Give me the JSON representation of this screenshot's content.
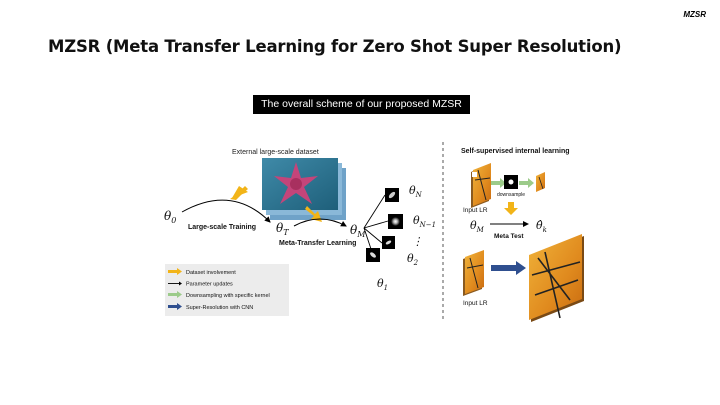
{
  "header": {
    "corner_label": "MZSR"
  },
  "slide": {
    "title": "MZSR (Meta Transfer Learning for Zero Shot Super Resolution)",
    "banner": "The overall scheme of our proposed MZSR"
  },
  "diagram": {
    "dataset_label": "External large-scale dataset",
    "theta_0": "θ",
    "theta_0_sub": "0",
    "large_scale_training": "Large-scale Training",
    "theta_T": "θ",
    "theta_T_sub": "T",
    "meta_transfer_learning": "Meta-Transfer Learning",
    "theta_M": "θ",
    "theta_M_sub": "M",
    "theta_N": "θ",
    "theta_N_sub": "N",
    "theta_N1": "θ",
    "theta_N1_sub": "N−1",
    "theta_2": "θ",
    "theta_2_sub": "2",
    "theta_1": "θ",
    "theta_1_sub": "1",
    "dots": "⋮",
    "self_supervised": "Self-supervised internal learning",
    "input_lr_top": "Input LR",
    "downsample": "downsample",
    "theta_M_right": "θ",
    "theta_M_right_sub": "M",
    "theta_k": "θ̂",
    "theta_k_sub": "k",
    "meta_test": "Meta Test",
    "input_lr_bottom": "Input LR"
  },
  "legend": {
    "items": [
      {
        "label": "Dataset involvement",
        "color": "#f2b418"
      },
      {
        "label": "Parameter updates",
        "color": "#000000"
      },
      {
        "label": "Downsampling with specific kernel",
        "color": "#9ccb8a"
      },
      {
        "label": "Super-Resolution with CNN",
        "color": "#2f4f8f"
      }
    ]
  },
  "colors": {
    "dataset_arrow": "#f2b418",
    "downsample_arrow": "#9ccb8a",
    "sr_arrow": "#2f4f8f",
    "separator": "#555555"
  }
}
